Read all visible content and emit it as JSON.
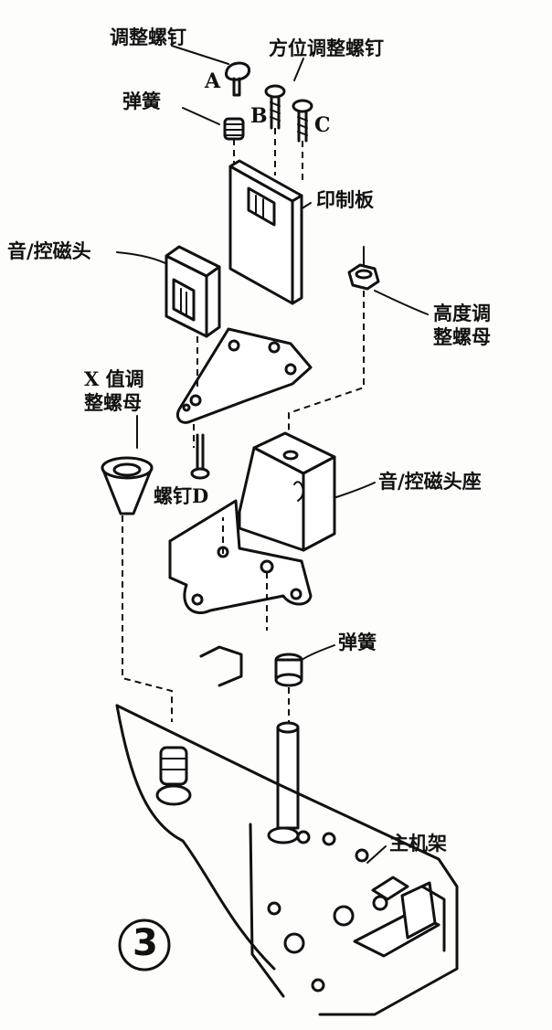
{
  "labels": {
    "adjust_screw": "调整螺钉",
    "azimuth_screw": "方位调整螺钉",
    "spring_top": "弹簧",
    "pcb": "印制板",
    "head": "音/控磁头",
    "height_nut": "高度调\n整螺母",
    "x_nut": "X 值调\n整螺母",
    "screw_d": "螺钉D",
    "head_mount": "音/控磁头座",
    "spring_bottom": "弹簧",
    "main_frame": "主机架"
  },
  "letters": {
    "a": "A",
    "b": "B",
    "c": "C"
  },
  "figure_number": "3"
}
